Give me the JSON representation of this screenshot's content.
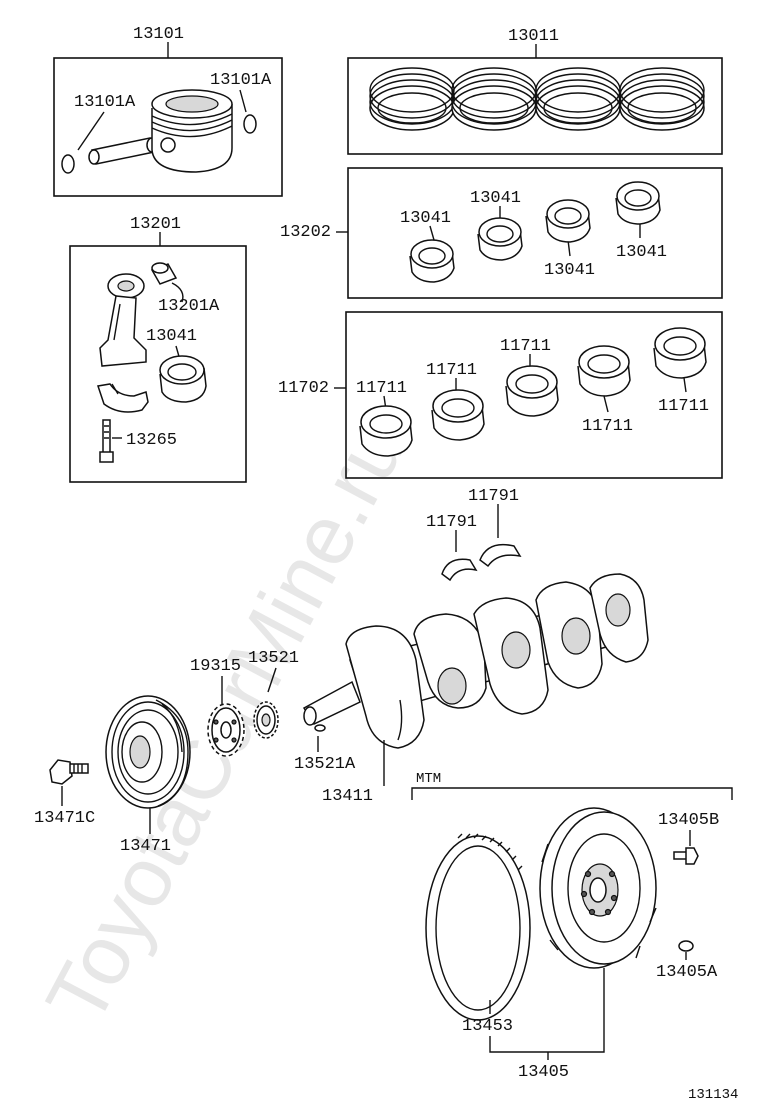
{
  "diagram": {
    "watermark": "ToyotaCarMine.ru",
    "figure_number": "131134",
    "variant_label": "MTM",
    "parts": {
      "piston_set": "13101",
      "piston_snap_ring_left": "13101A",
      "piston_snap_ring_right": "13101A",
      "piston_ring_set": "13011",
      "conrod_assy": "13201",
      "conrod_bushing": "13201A",
      "conrod_bearing_in_rod": "13041",
      "conrod_bolt": "13265",
      "conrod_bearing_set": "13202",
      "conrod_bearing_1": "13041",
      "conrod_bearing_2": "13041",
      "conrod_bearing_3": "13041",
      "conrod_bearing_4": "13041",
      "main_bearing_set": "11702",
      "main_bearing_1": "11711",
      "main_bearing_2": "11711",
      "main_bearing_3": "11711",
      "main_bearing_4": "11711",
      "main_bearing_5": "11711",
      "thrust_washer_left": "11791",
      "thrust_washer_right": "11791",
      "crankshaft": "13411",
      "timing_gear": "13521",
      "crank_key": "13521A",
      "signal_plate": "19315",
      "pulley": "13471",
      "pulley_bolt": "13471C",
      "flywheel_bolt": "13405B",
      "flywheel_pin": "13405A",
      "ring_gear": "13453",
      "flywheel": "13405"
    }
  }
}
